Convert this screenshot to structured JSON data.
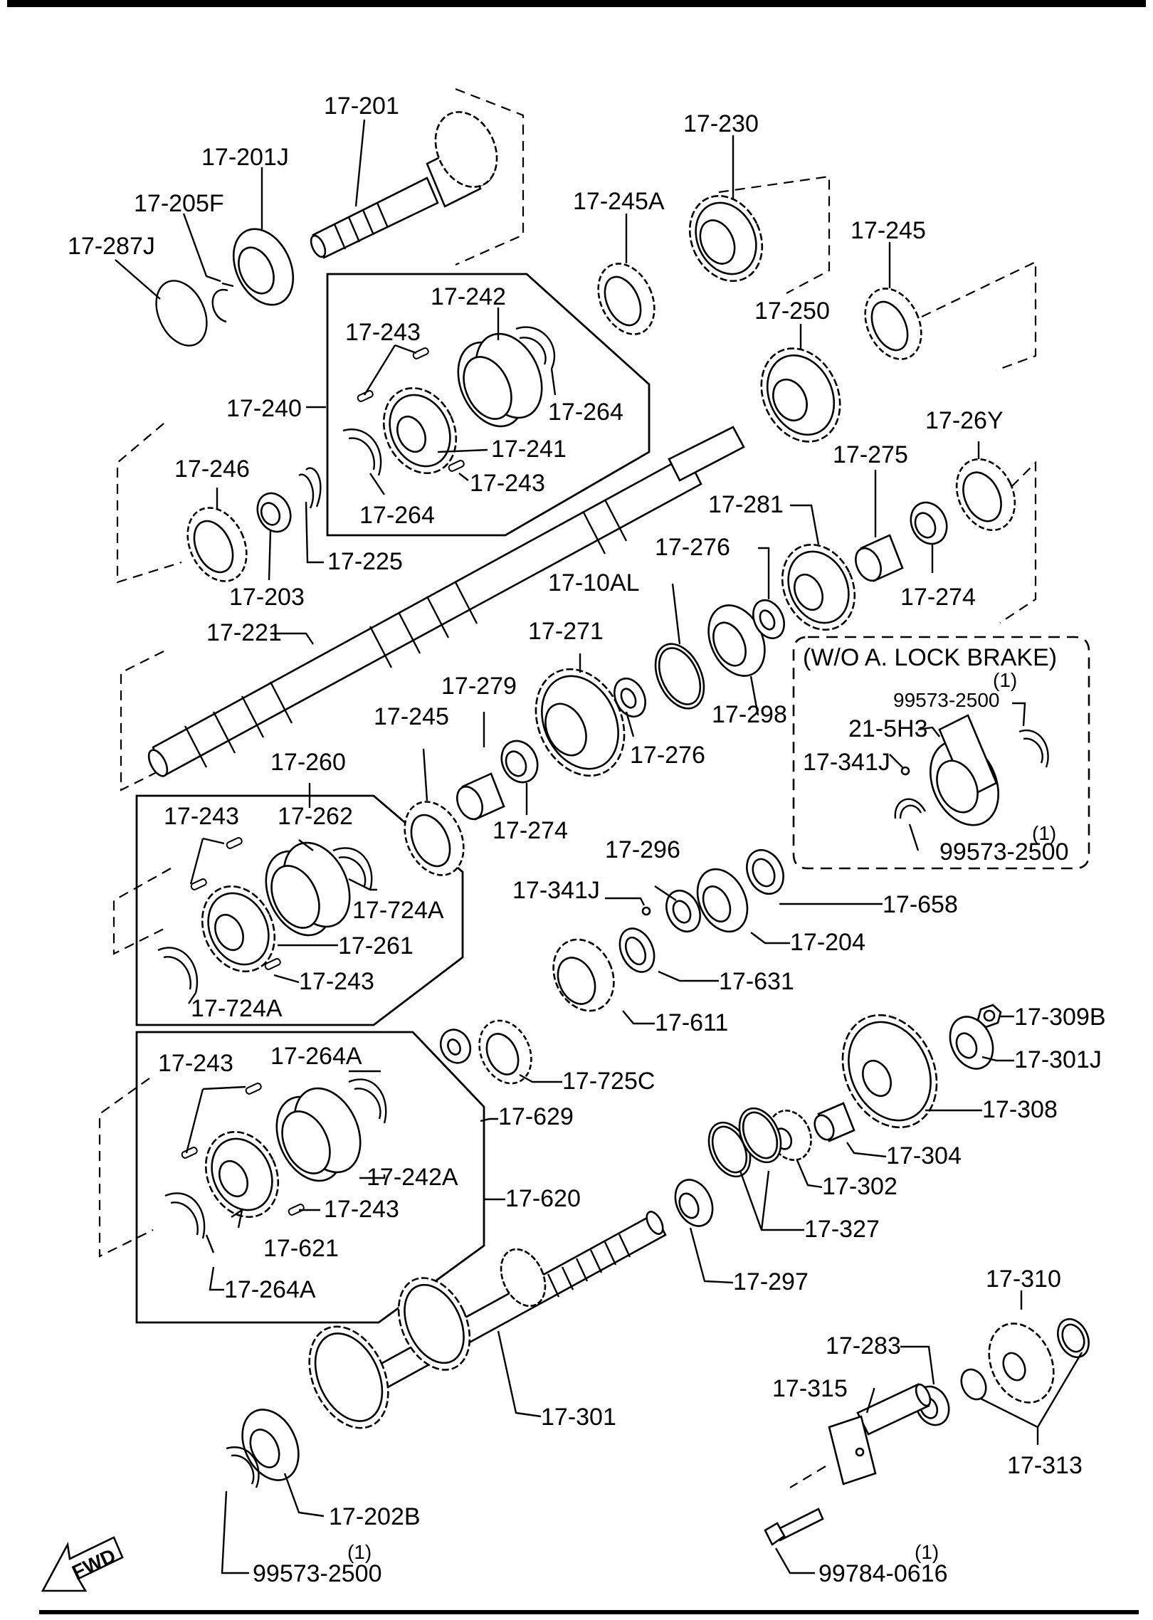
{
  "labels": {
    "p17_201": "17-201",
    "p17_201J": "17-201J",
    "p17_205F": "17-205F",
    "p17_287J": "17-287J",
    "p17_230": "17-230",
    "p17_245A": "17-245A",
    "p17_245_top": "17-245",
    "p17_250": "17-250",
    "p17_242": "17-242",
    "p17_243_a": "17-243",
    "p17_264_a": "17-264",
    "p17_240": "17-240",
    "p17_241": "17-241",
    "p17_243_b": "17-243",
    "p17_264_b": "17-264",
    "p17_246": "17-246",
    "p17_225": "17-225",
    "p17_203": "17-203",
    "p17_26Y": "17-26Y",
    "p17_275": "17-275",
    "p17_281": "17-281",
    "p17_276_a": "17-276",
    "p17_274_a": "17-274",
    "p17_10AL": "17-10AL",
    "p17_221": "17-221",
    "p17_271": "17-271",
    "p17_298": "17-298",
    "p17_279": "17-279",
    "p17_276_b": "17-276",
    "p17_245_mid": "17-245",
    "p17_274_b": "17-274",
    "p17_260": "17-260",
    "p17_243_c": "17-243",
    "p17_262": "17-262",
    "p17_724A_a": "17-724A",
    "p17_261": "17-261",
    "p17_243_d": "17-243",
    "p17_724A_b": "17-724A",
    "p17_296": "17-296",
    "p17_341J_a": "17-341J",
    "p17_658": "17-658",
    "p17_204": "17-204",
    "p17_631": "17-631",
    "p17_611": "17-611",
    "p17_725C": "17-725C",
    "p17_629": "17-629",
    "p17_309B": "17-309B",
    "p17_301J": "17-301J",
    "p17_308": "17-308",
    "p17_304": "17-304",
    "p17_302": "17-302",
    "p17_243_e": "17-243",
    "p17_264A_a": "17-264A",
    "p17_242A": "17-242A",
    "p17_620": "17-620",
    "p17_243_f": "17-243",
    "p17_621": "17-621",
    "p17_264A_b": "17-264A",
    "p17_327": "17-327",
    "p17_297": "17-297",
    "p17_301": "17-301",
    "p17_310": "17-310",
    "p17_283": "17-283",
    "p17_315": "17-315",
    "p17_313": "17-313",
    "p17_202B": "17-202B",
    "p99573_bot": "99573-2500",
    "q_bot1": "(1)",
    "p99784": "99784-0616",
    "q_bot2": "(1)"
  },
  "inset": {
    "title": "(W/O A. LOCK BRAKE)",
    "q1": "(1)",
    "p99573_a": "99573-2500",
    "p21_5H3": "21-5H3",
    "p17_341J_b": "17-341J",
    "q2": "(1)",
    "p99573_b": "99573-2500"
  },
  "direction": {
    "fwd": "FWD",
    "icon": "fwd-arrow-icon"
  }
}
